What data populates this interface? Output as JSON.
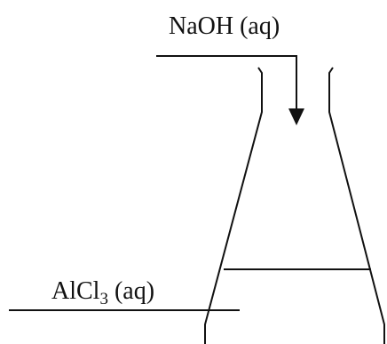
{
  "reagent_top": {
    "formula": "NaOH (aq)"
  },
  "reagent_bottom": {
    "formula_main": "AlCl",
    "formula_subscript": "3",
    "formula_suffix": " (aq)"
  }
}
